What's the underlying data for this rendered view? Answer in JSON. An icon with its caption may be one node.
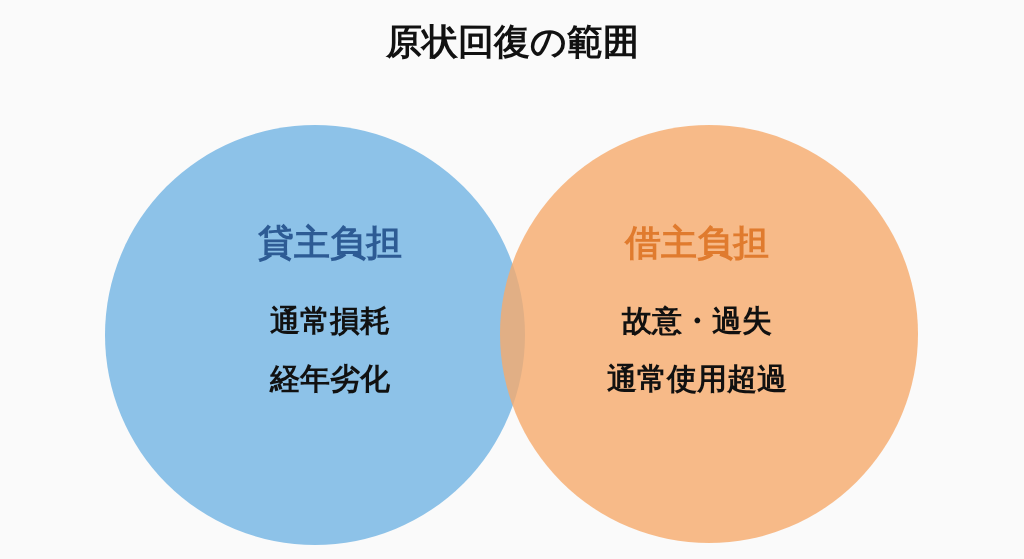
{
  "diagram": {
    "title": "原状回復の範囲",
    "nodes": [
      {
        "text": [
          "貸主負担",
          "通常損耗",
          "経年劣化"
        ]
      },
      {
        "text": [
          "借主負担",
          "故意・過失",
          "通常使用超過"
        ]
      }
    ],
    "edges": []
  }
}
